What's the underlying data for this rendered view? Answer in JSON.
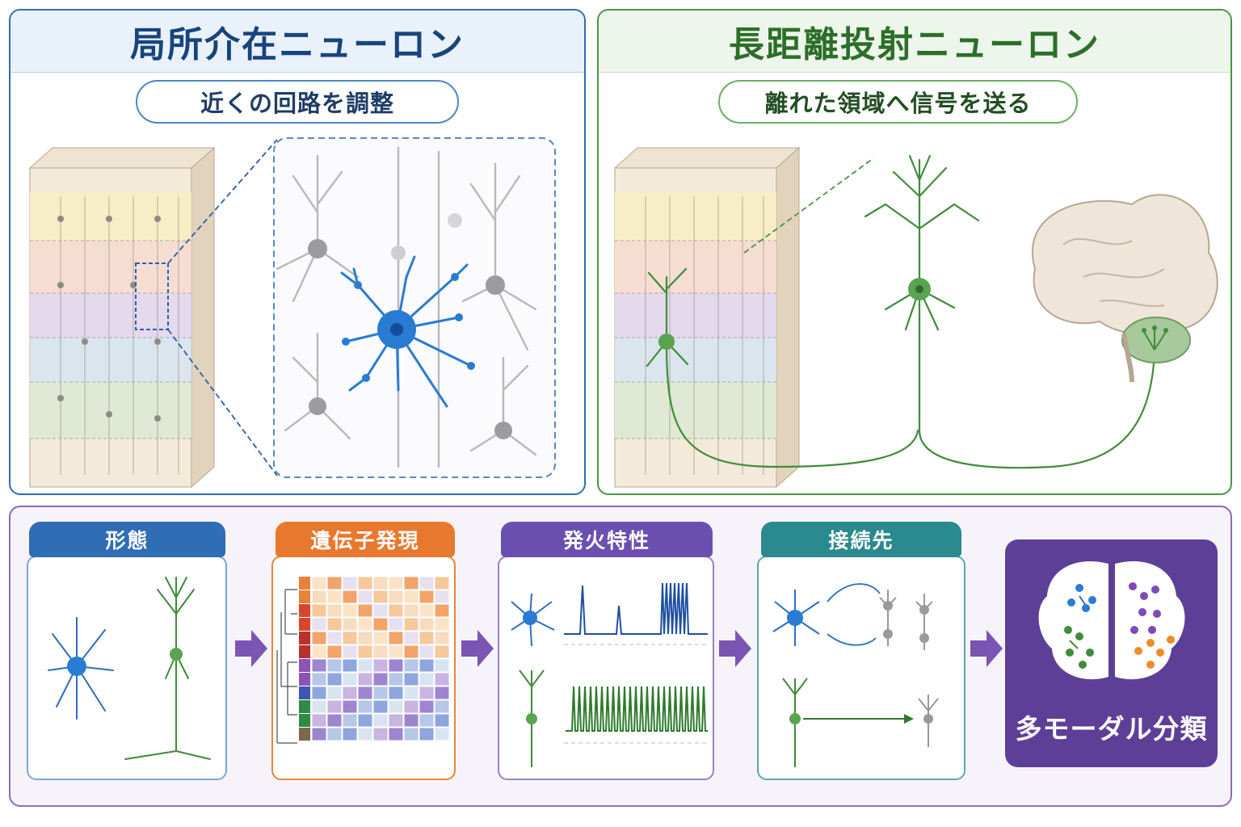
{
  "local_panel": {
    "title": "局所介在ニューロン",
    "subtitle": "近くの回路を調整",
    "accent": "#2f6db5",
    "neuron_color": "#2a7bd4"
  },
  "long_panel": {
    "title": "長距離投射ニューロン",
    "subtitle": "離れた領域へ信号を送る",
    "accent": "#4a9448",
    "neuron_color": "#3f8c3a"
  },
  "pipeline": {
    "steps": [
      {
        "label": "形態",
        "color": "#2f6db5"
      },
      {
        "label": "遺伝子発現",
        "color": "#e8782e"
      },
      {
        "label": "発火特性",
        "color": "#6b4fb0"
      },
      {
        "label": "接続先",
        "color": "#2b8a8e"
      }
    ],
    "result": {
      "label": "多モーダル分類",
      "color": "#5e3f98"
    }
  },
  "icons": [
    "cortex-block-icon",
    "interneuron-icon",
    "pyramidal-neuron-icon",
    "brain-icon",
    "heatmap-icon",
    "spike-train-icon",
    "brain-cluster-icon",
    "arrow-right-icon"
  ]
}
